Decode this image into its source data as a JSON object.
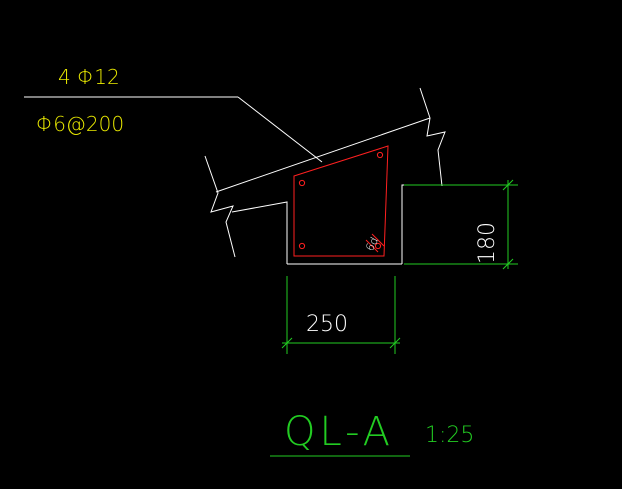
{
  "labels": {
    "rebar_main": "4 Φ12",
    "rebar_stirrup": "Φ6@200",
    "height_dim": "180",
    "width_dim": "250",
    "stirrup_hook": "6d",
    "title": "QL-A",
    "scale": "1:25"
  },
  "colors": {
    "background": "#000000",
    "outline": "#ffffff",
    "rebar": "#ff2020",
    "dimension": "#22cc22",
    "label_text": "#e8e800",
    "title_text": "#22cc22"
  }
}
